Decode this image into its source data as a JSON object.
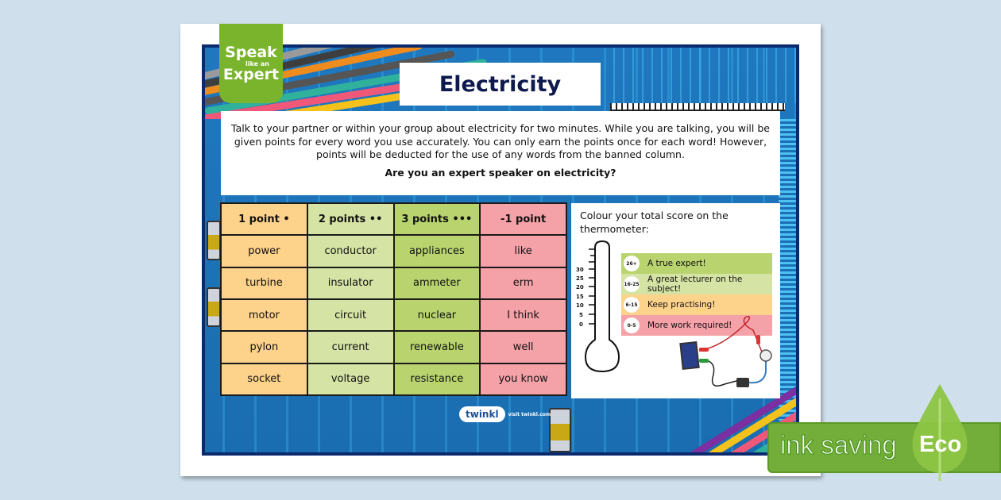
{
  "badge": {
    "line1": "Speak",
    "line2": "like an",
    "line3": "Expert"
  },
  "title": "Electricity",
  "intro": {
    "text": "Talk to your partner or within your group about electricity for two minutes. While you are talking, you will be given points for every word you use accurately. You can only earn the points once for each word! However, points will be deducted for the use of any words from the banned column.",
    "question": "Are you an expert speaker on electricity?"
  },
  "table": {
    "headers": [
      "1 point •",
      "2 points ••",
      "3 points •••",
      "-1 point"
    ],
    "rows": [
      [
        "power",
        "conductor",
        "appliances",
        "like"
      ],
      [
        "turbine",
        "insulator",
        "ammeter",
        "erm"
      ],
      [
        "motor",
        "circuit",
        "nuclear",
        "I think"
      ],
      [
        "pylon",
        "current",
        "renewable",
        "well"
      ],
      [
        "socket",
        "voltage",
        "resistance",
        "you know"
      ]
    ],
    "colors": [
      "#fdd28b",
      "#d5e3a4",
      "#b9d46f",
      "#f4a1a8"
    ]
  },
  "thermometer": {
    "instruction": "Colour your total score on the thermometer:",
    "scale": [
      "30",
      "25",
      "20",
      "15",
      "10",
      "5",
      "0"
    ],
    "bands": [
      {
        "range": "26+",
        "label": "A true expert!",
        "color": "#b9d46f"
      },
      {
        "range": "16-25",
        "label": "A great lecturer on the subject!",
        "color": "#d5e3a4"
      },
      {
        "range": "6-15",
        "label": "Keep practising!",
        "color": "#fdd28b"
      },
      {
        "range": "0-5",
        "label": "More work required!",
        "color": "#f4a1a8"
      }
    ]
  },
  "footer": {
    "brand": "twinkl",
    "visit": "visit twinkl.com"
  },
  "eco_banner": {
    "text": "ink saving",
    "eco": "Eco"
  },
  "colors": {
    "board_blue": "#1a6fb5",
    "board_border": "#0b2a6e",
    "badge_green": "#7ab42c",
    "eco_green": "#74ae3a",
    "page_bg": "#cfe0ec"
  }
}
